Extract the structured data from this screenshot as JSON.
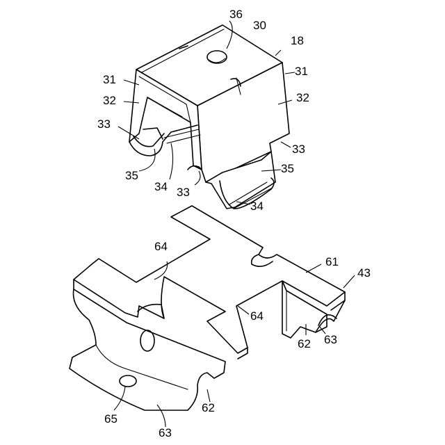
{
  "figure": {
    "upper_part_labels": {
      "ref_36": "36",
      "ref_30": "30",
      "ref_18": "18",
      "ref_31_left": "31",
      "ref_31_right": "31",
      "ref_32_left": "32",
      "ref_32_right": "32",
      "ref_33_left": "33",
      "ref_33_right": "33",
      "ref_33_bottom": "33",
      "ref_35_left": "35",
      "ref_35_right": "35",
      "ref_34_left": "34",
      "ref_34_right": "34"
    },
    "lower_part_labels": {
      "ref_64_top": "64",
      "ref_64_bottom": "64",
      "ref_61": "61",
      "ref_43": "43",
      "ref_62_right": "62",
      "ref_63_right": "63",
      "ref_62_bottom": "62",
      "ref_65": "65",
      "ref_63_bottom": "63"
    }
  }
}
